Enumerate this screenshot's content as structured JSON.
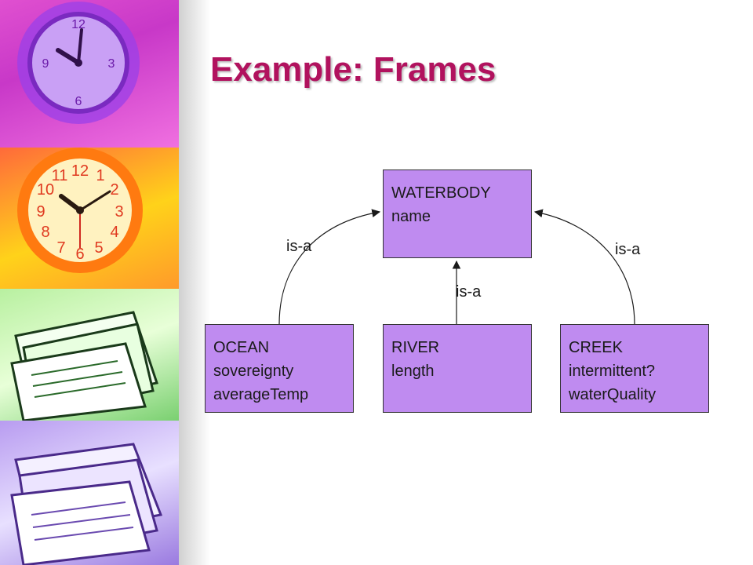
{
  "slide": {
    "title": "Example: Frames"
  },
  "decor": {
    "title_color": "#b1125e",
    "frame_fill": "#bf8bf0",
    "frame_border": "#333333"
  },
  "frames": {
    "waterbody": {
      "name": "WATERBODY",
      "slot1": "name"
    },
    "ocean": {
      "name": "OCEAN",
      "slot1": "sovereignty",
      "slot2": "averageTemp"
    },
    "river": {
      "name": "RIVER",
      "slot1": "length"
    },
    "creek": {
      "name": "CREEK",
      "slot1": "intermittent?",
      "slot2": "waterQuality"
    }
  },
  "relations": {
    "left": "is-a",
    "middle": "is-a",
    "right": "is-a"
  }
}
